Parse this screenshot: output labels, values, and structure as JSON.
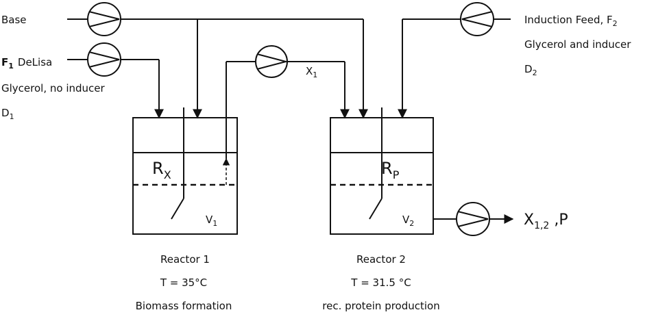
{
  "feeds": {
    "base": "Base",
    "f1_main": "F",
    "f1_sub": "1",
    "f1_name": "DeLisa",
    "f1_desc": "Glycerol, no inducer",
    "d1_main": "D",
    "d1_sub": "1",
    "induction_main": "Induction Feed, F",
    "induction_sub": "2",
    "induction_desc": "Glycerol and inducer",
    "d2_main": "D",
    "d2_sub": "2"
  },
  "transfer": {
    "x1_main": "X",
    "x1_sub": "1"
  },
  "reactor1": {
    "symbol_main": "R",
    "symbol_sub": "X",
    "volume_main": "V",
    "volume_sub": "1",
    "name": "Reactor 1",
    "temp": "T = 35°C",
    "purpose": "Biomass formation"
  },
  "reactor2": {
    "symbol_main": "R",
    "symbol_sub": "P",
    "volume_main": "V",
    "volume_sub": "2",
    "name": "Reactor 2",
    "temp": "T = 31.5 °C",
    "purpose": "rec. protein production"
  },
  "output": {
    "main": "X",
    "sub": "1,2",
    "suffix": " ,P"
  }
}
